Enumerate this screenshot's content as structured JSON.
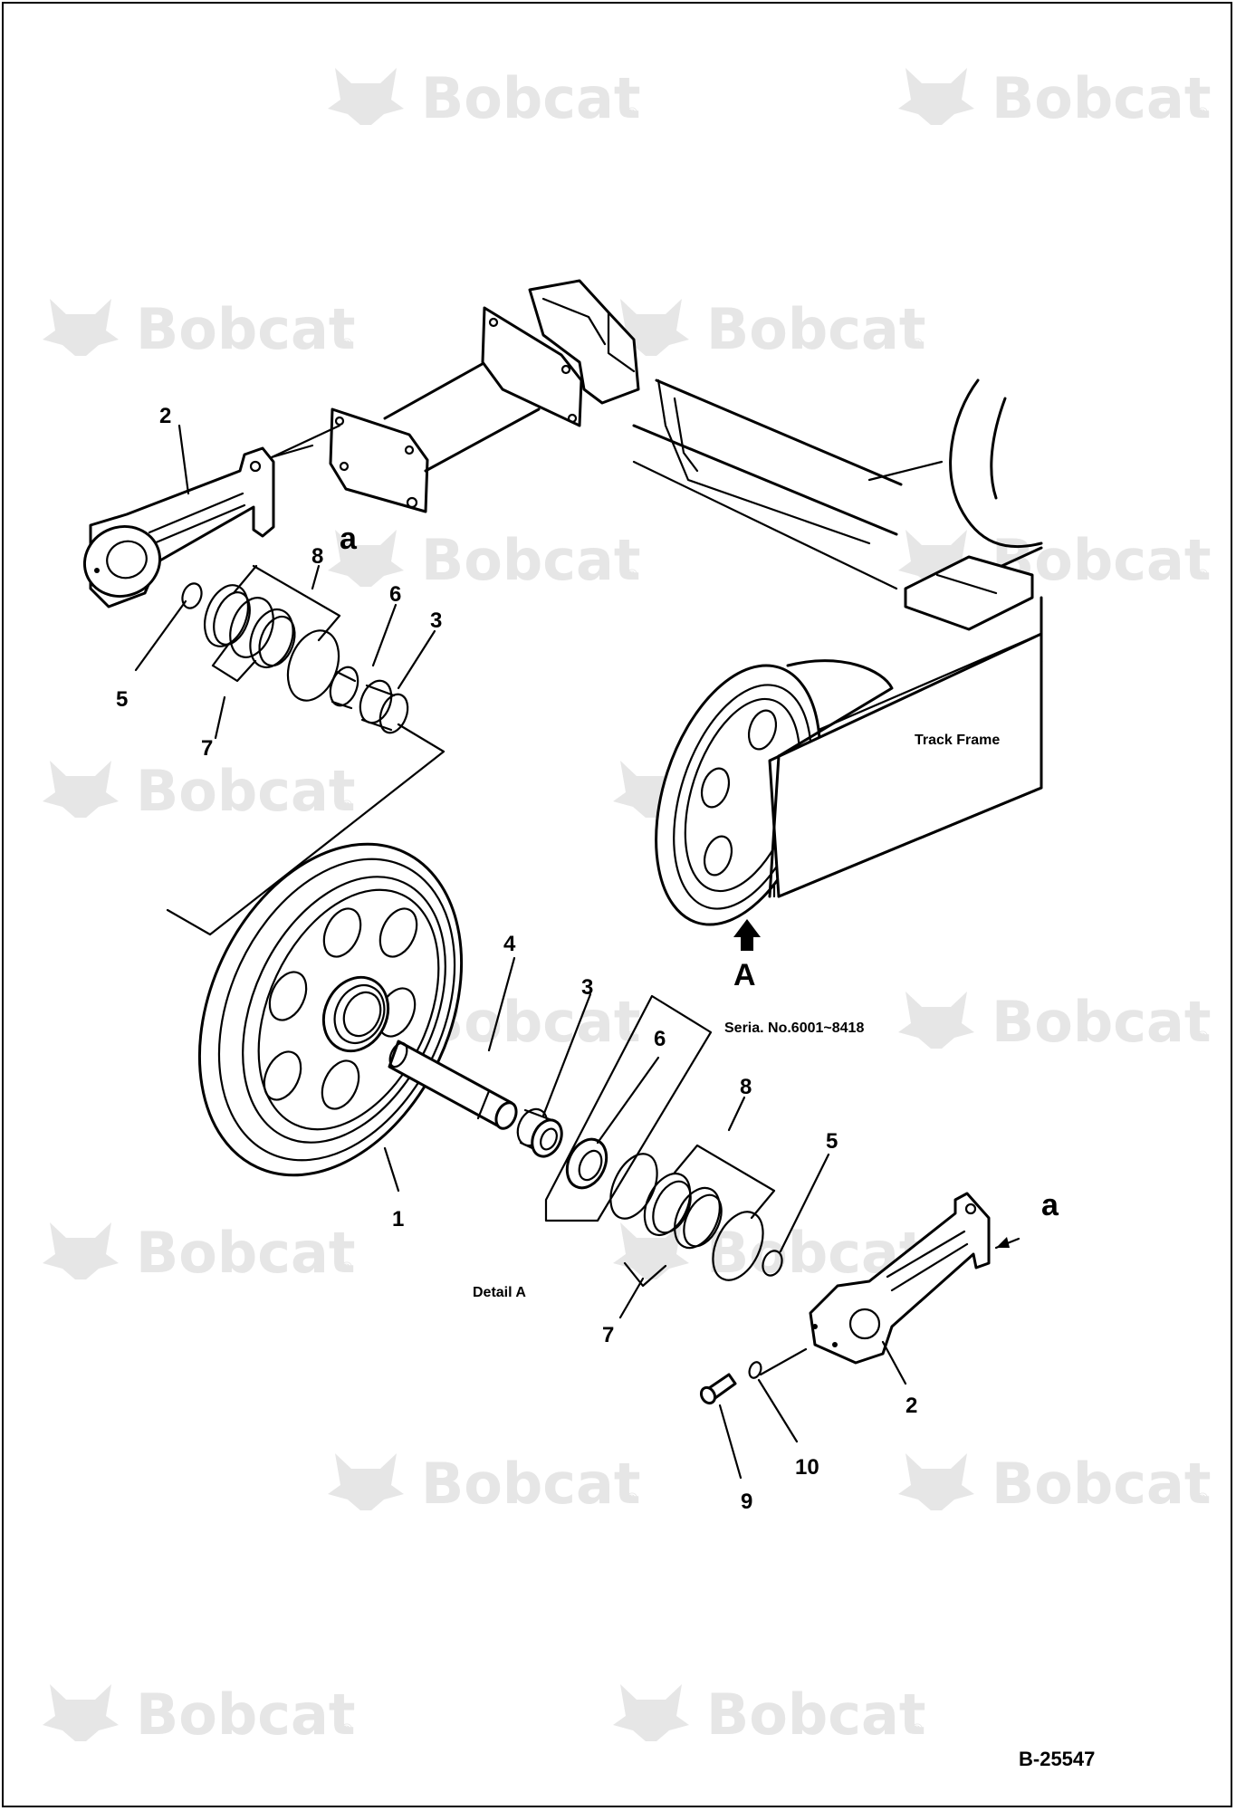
{
  "watermark": {
    "brand": "Bobcat",
    "reg_mark": "®"
  },
  "callouts": {
    "top_part_2": "2",
    "top_part_8": "8",
    "top_part_6": "6",
    "top_part_3": "3",
    "top_part_5": "5",
    "top_part_7": "7",
    "top_arrow_a": "a",
    "detail_part_4": "4",
    "detail_part_3": "3",
    "detail_part_6": "6",
    "detail_part_8": "8",
    "detail_part_5": "5",
    "detail_part_1": "1",
    "detail_part_7": "7",
    "detail_part_2": "2",
    "detail_part_10": "10",
    "detail_part_9": "9",
    "detail_arrow_a": "a",
    "view_arrow_label": "A"
  },
  "notes": {
    "track_frame": "Track Frame",
    "serial_range": "Seria. No.6001~8418",
    "detail_label": "Detail A"
  },
  "document_id": "B-25547",
  "colors": {
    "line": "#000000",
    "watermark": "#e6e6e6",
    "background": "#ffffff"
  }
}
